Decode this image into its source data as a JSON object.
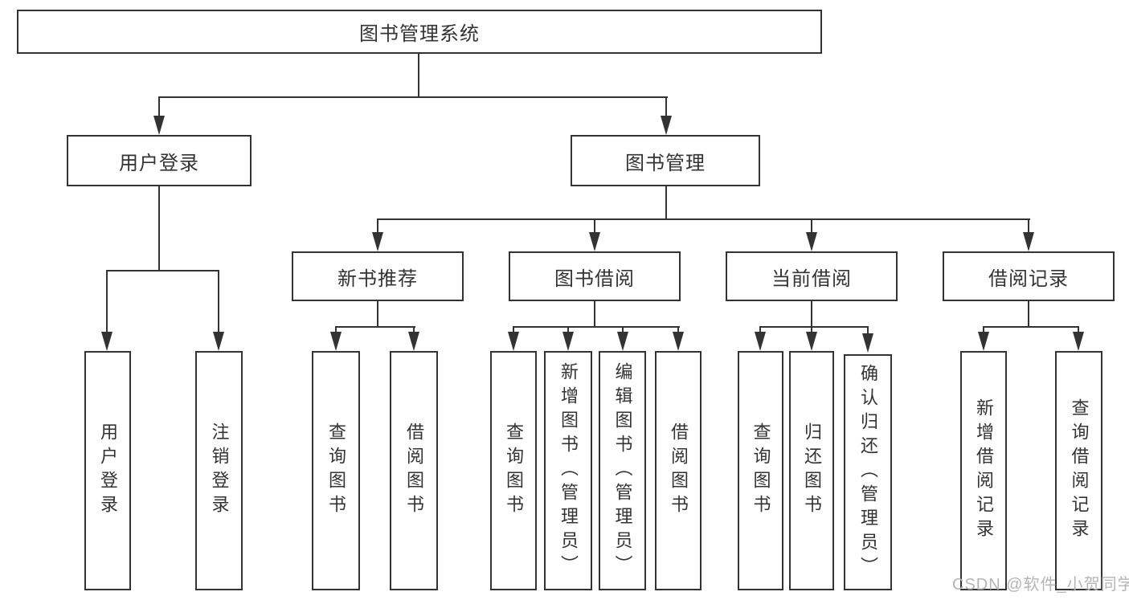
{
  "diagram": {
    "title": "图书管理系统",
    "branches": [
      {
        "label": "用户登录",
        "leaves": [
          "用户登录",
          "注销登录"
        ]
      },
      {
        "label": "图书管理",
        "groups": [
          {
            "label": "新书推荐",
            "leaves": [
              "查询图书",
              "借阅图书"
            ]
          },
          {
            "label": "图书借阅",
            "leaves": [
              "查询图书",
              "新增图书（管理员）",
              "编辑图书（管理员）",
              "借阅图书"
            ]
          },
          {
            "label": "当前借阅",
            "leaves": [
              "查询图书",
              "归还图书",
              "确认归还（管理员）"
            ]
          },
          {
            "label": "借阅记录",
            "leaves": [
              "新增借阅记录",
              "查询借阅记录"
            ]
          }
        ]
      }
    ]
  },
  "watermark": {
    "text": "CSDN @软件_小贺同学"
  },
  "colors": {
    "line": "#333333",
    "text": "#333333",
    "box_bg": "#ffffff",
    "watermark": "#b5b5b5"
  }
}
